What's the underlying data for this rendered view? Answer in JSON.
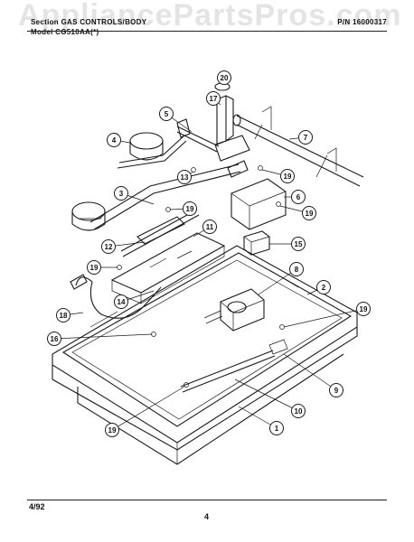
{
  "header": {
    "section": "Section GAS CONTROLS/BODY",
    "model": "Model CG510AA(*)",
    "part_number": "P/N 16000317"
  },
  "watermark": "AppliancePartsPros.com",
  "footer": {
    "date": "4/92",
    "page": "4"
  },
  "callouts": [
    "1",
    "2",
    "3",
    "4",
    "5",
    "6",
    "7",
    "8",
    "9",
    "10",
    "11",
    "12",
    "13",
    "14",
    "15",
    "16",
    "17",
    "18",
    "19",
    "19",
    "19",
    "19",
    "19",
    "19",
    "20"
  ]
}
